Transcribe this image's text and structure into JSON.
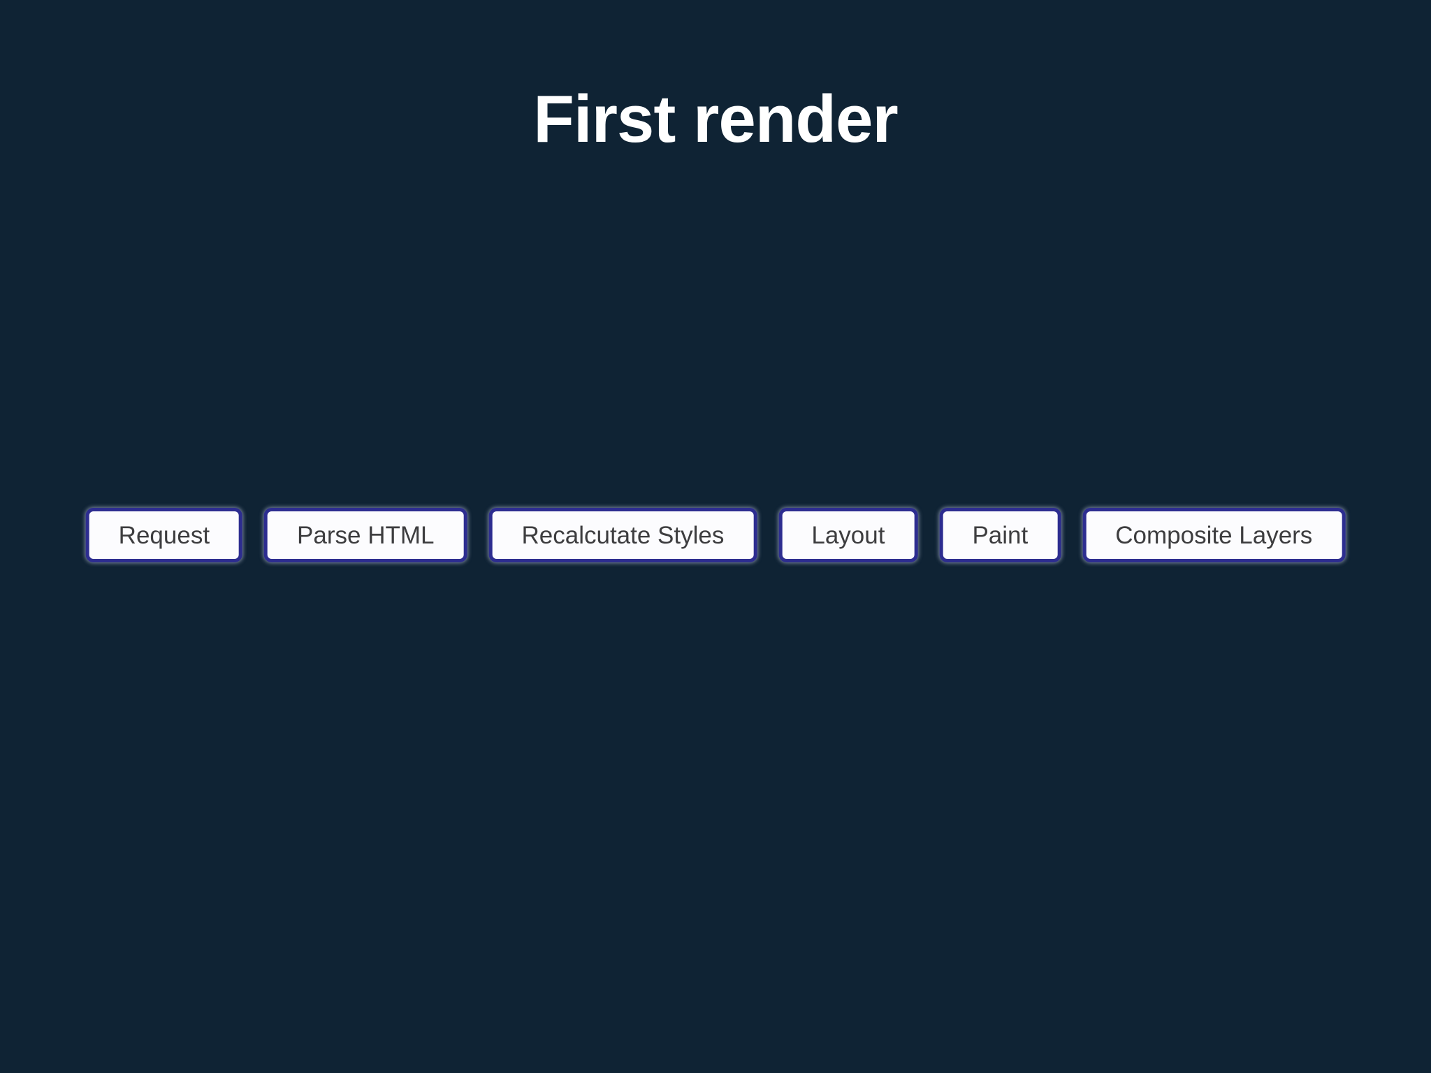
{
  "slide": {
    "title": "First render",
    "pipeline_steps": [
      {
        "label": "Request"
      },
      {
        "label": "Parse HTML"
      },
      {
        "label": "Recalcutate Styles"
      },
      {
        "label": "Layout"
      },
      {
        "label": "Paint"
      },
      {
        "label": "Composite Layers"
      }
    ],
    "colors": {
      "background": "#0f2334",
      "title_text": "#ffffff",
      "button_bg": "#fcfcfe",
      "button_border": "#2d2d90",
      "button_text": "#3d3d3f"
    }
  }
}
